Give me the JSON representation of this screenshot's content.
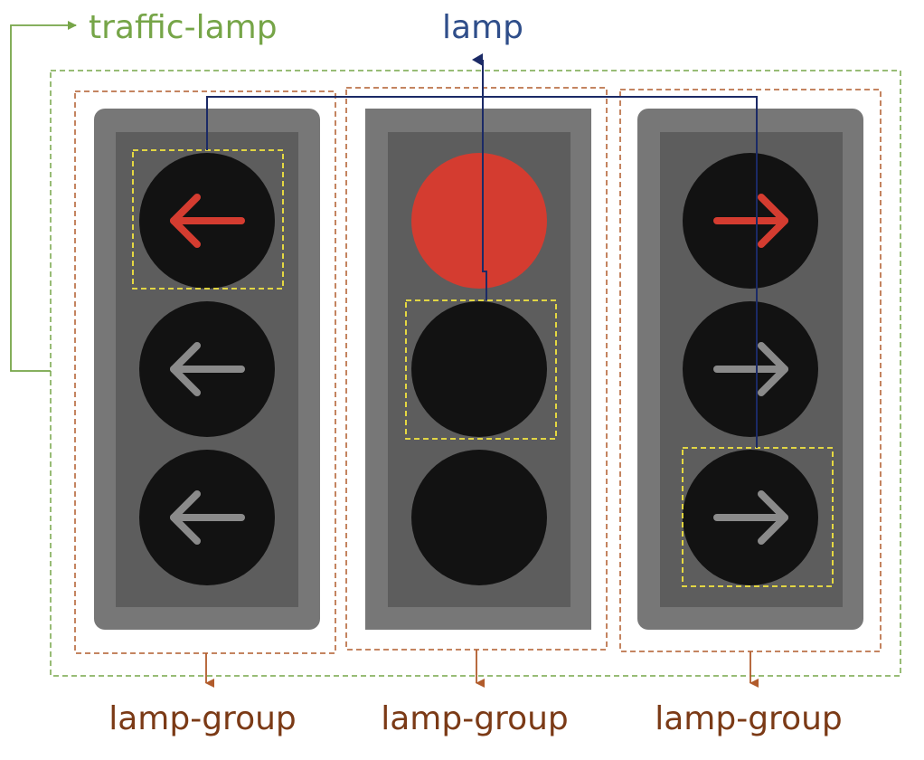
{
  "labels": {
    "traffic_lamp": "traffic-lamp",
    "lamp": "lamp",
    "lamp_group_left": "lamp-group",
    "lamp_group_middle": "lamp-group",
    "lamp_group_right": "lamp-group"
  },
  "colors": {
    "traffic_lamp_label": "#76a548",
    "traffic_lamp_outline": "#76a548",
    "lamp_label": "#2f4e8a",
    "lamp_connector": "#1b2a66",
    "lamp_group_label": "#7b3a16",
    "lamp_group_outline": "#b15b2b",
    "lamp_group_arrow": "#b15b2b",
    "highlight_outline": "#f4e640",
    "housing_outer": "#777777",
    "housing_inner": "#5d5d5d",
    "lamp_off": "#121212",
    "lit_red": "#d43c30",
    "unlit_arrow": "#8a8a8a"
  },
  "groups": [
    {
      "name": "left",
      "lamps": [
        {
          "symbol": "left-arrow",
          "lit": true,
          "highlighted": true
        },
        {
          "symbol": "left-arrow",
          "lit": false,
          "highlighted": false
        },
        {
          "symbol": "left-arrow",
          "lit": false,
          "highlighted": false
        }
      ]
    },
    {
      "name": "middle",
      "lamps": [
        {
          "symbol": "solid-circle",
          "lit": true,
          "highlighted": false
        },
        {
          "symbol": "solid-circle",
          "lit": false,
          "highlighted": true
        },
        {
          "symbol": "solid-circle",
          "lit": false,
          "highlighted": false
        }
      ]
    },
    {
      "name": "right",
      "lamps": [
        {
          "symbol": "right-arrow",
          "lit": true,
          "highlighted": false
        },
        {
          "symbol": "right-arrow",
          "lit": false,
          "highlighted": false
        },
        {
          "symbol": "right-arrow",
          "lit": false,
          "highlighted": true
        }
      ]
    }
  ]
}
